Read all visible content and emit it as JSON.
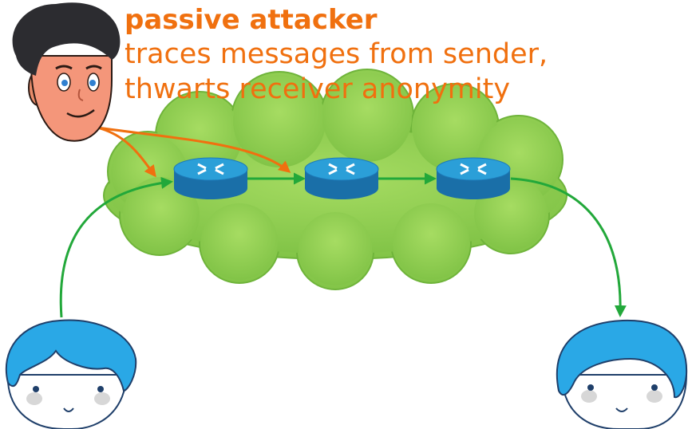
{
  "caption": {
    "title": "passive attacker",
    "line1": "traces messages from sender,",
    "line2": "thwarts receiver anonymity"
  },
  "colors": {
    "caption": "#f0700f",
    "cloud_fill": "#8fce4f",
    "router_top": "#2b9fd8",
    "router_side": "#1a6fa8",
    "user_hair": "#2aa8e6",
    "message_path": "#22a83a",
    "attacker_path": "#f0700f"
  },
  "icons": {
    "attacker": "attacker-face-icon",
    "sender": "sender-face-icon",
    "receiver": "receiver-face-icon",
    "router": "router-icon",
    "network": "network-cloud"
  }
}
